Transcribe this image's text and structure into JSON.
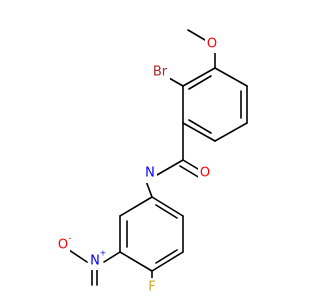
{
  "molecule": {
    "atoms": {
      "methyl_c": "",
      "o_methoxy": "O",
      "br": "Br",
      "o_carbonyl": "O",
      "n_amide": "N",
      "n_nitro": "N",
      "n_nitro_charge": "+",
      "o_nitro": "O",
      "o_nitro_charge": "-",
      "f": "F"
    },
    "colors": {
      "bond": "#000000",
      "oxygen": "#ff0000",
      "bromine": "#a52a2a",
      "nitrogen": "#0000ff",
      "fluorine": "#daa520"
    }
  }
}
